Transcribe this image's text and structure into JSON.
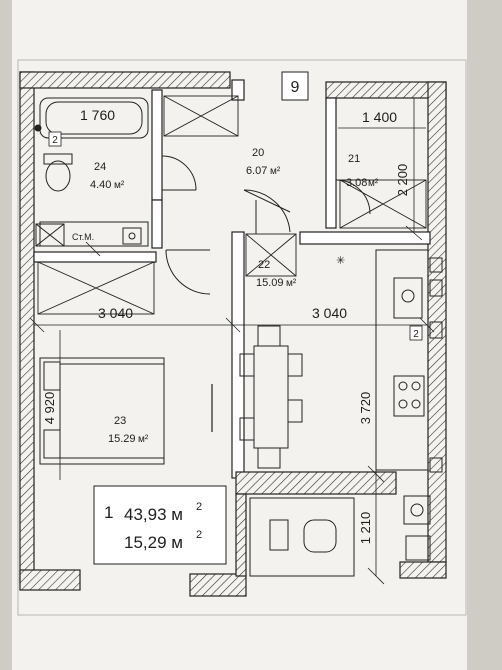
{
  "plan": {
    "block_number": "9",
    "dimensions": {
      "bath_width": "1 760",
      "storage_width": "1 400",
      "storage_height": "2 200",
      "bedroom_width": "3 040",
      "living_width": "3 040",
      "bedroom_height": "4 920",
      "living_height": "3 720",
      "balcony_height": "1 210"
    },
    "rooms": [
      {
        "number": "24",
        "area": "4.40",
        "unit": "м²"
      },
      {
        "number": "20",
        "area": "6.07",
        "unit": "м²"
      },
      {
        "number": "21",
        "area": "3.08",
        "unit": "м²"
      },
      {
        "number": "22",
        "area": "15.09",
        "unit": "м²"
      },
      {
        "number": "23",
        "area": "15.29",
        "unit": "м²"
      }
    ],
    "fixture_label": "Ст.М.",
    "marker_label": "2",
    "summary": {
      "rooms_count": "1",
      "total_area": "43,93 м",
      "total_sup": "2",
      "living_area": "15,29 м",
      "living_sup": "2"
    }
  }
}
